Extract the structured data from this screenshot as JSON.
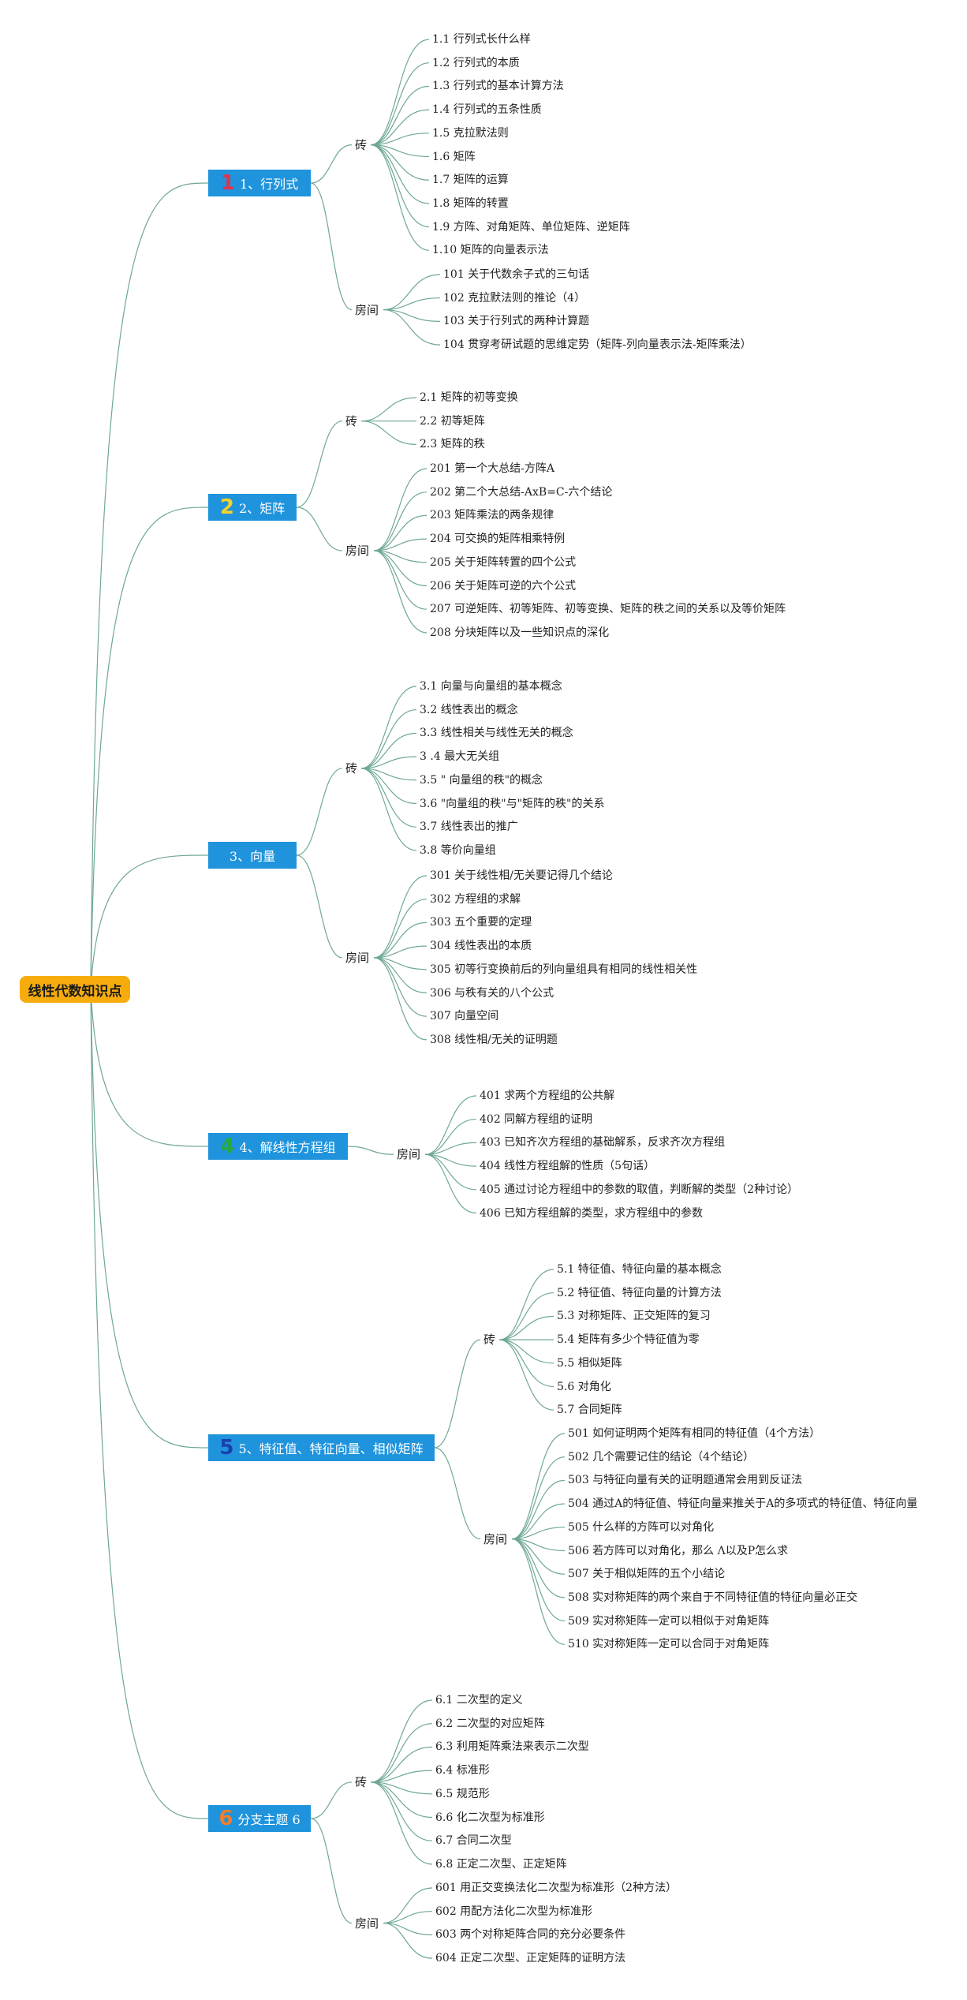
{
  "root": {
    "label": "线性代数知识点"
  },
  "colors": {
    "root_bg": "#f7ac0e",
    "branch_bg": "#1f94dd",
    "edge": "#6fa893"
  },
  "branches": [
    {
      "id": "b1",
      "badge": "1",
      "badge_color": "#e0334f",
      "label": "1、行列式",
      "groups": [
        {
          "label": "砖",
          "items": [
            "1.1 行列式长什么样",
            "1.2 行列式的本质",
            "1.3 行列式的基本计算方法",
            "1.4 行列式的五条性质",
            "1.5 克拉默法则",
            "1.6 矩阵",
            "1.7 矩阵的运算",
            "1.8 矩阵的转置",
            "1.9 方阵、对角矩阵、单位矩阵、逆矩阵",
            "1.10 矩阵的向量表示法"
          ]
        },
        {
          "label": "房间",
          "items": [
            "101 关于代数余子式的三句话",
            "102 克拉默法则的推论（4）",
            "103 关于行列式的两种计算题",
            "104 贯穿考研试题的思维定势（矩阵-列向量表示法-矩阵乘法）"
          ]
        }
      ]
    },
    {
      "id": "b2",
      "badge": "2",
      "badge_color": "#f5d22b",
      "label": "2、矩阵",
      "groups": [
        {
          "label": "砖",
          "items": [
            "2.1 矩阵的初等变换",
            "2.2 初等矩阵",
            "2.3 矩阵的秩"
          ]
        },
        {
          "label": "房间",
          "items": [
            "201 第一个大总结-方阵A",
            "202 第二个大总结-AxB=C-六个结论",
            "203 矩阵乘法的两条规律",
            "204 可交换的矩阵相乘特例",
            "205 关于矩阵转置的四个公式",
            "206 关于矩阵可逆的六个公式",
            "207 可逆矩阵、初等矩阵、初等变换、矩阵的秩之间的关系以及等价矩阵",
            "208 分块矩阵以及一些知识点的深化"
          ]
        }
      ]
    },
    {
      "id": "b3",
      "badge": "",
      "badge_color": "#1f94dd",
      "label": "3、向量",
      "groups": [
        {
          "label": "砖",
          "items": [
            "3.1 向量与向量组的基本概念",
            "3.2 线性表出的概念",
            "3.3 线性相关与线性无关的概念",
            "3 .4 最大无关组",
            "3.5 \" 向量组的秩\"的概念",
            "3.6 \"向量组的秩\"与\"矩阵的秩\"的关系",
            "3.7 线性表出的推广",
            "3.8 等价向量组"
          ]
        },
        {
          "label": "房间",
          "items": [
            "301 关于线性相/无关要记得几个结论",
            "302 方程组的求解",
            "303 五个重要的定理",
            "304 线性表出的本质",
            "305 初等行变换前后的列向量组具有相同的线性相关性",
            "306 与秩有关的八个公式",
            "307 向量空间",
            "308 线性相/无关的证明题"
          ]
        }
      ]
    },
    {
      "id": "b4",
      "badge": "4",
      "badge_color": "#27a844",
      "label": "4、解线性方程组",
      "groups": [
        {
          "label": "房间",
          "items": [
            "401 求两个方程组的公共解",
            "402 同解方程组的证明",
            "403 已知齐次方程组的基础解系，反求齐次方程组",
            "404 线性方程组解的性质（5句话）",
            "405 通过讨论方程组中的参数的取值，判断解的类型（2种讨论）",
            "406 已知方程组解的类型，求方程组中的参数"
          ]
        }
      ]
    },
    {
      "id": "b5",
      "badge": "5",
      "badge_color": "#1c3fae",
      "label": "5、特征值、特征向量、相似矩阵",
      "groups": [
        {
          "label": "砖",
          "items": [
            "5.1 特征值、特征向量的基本概念",
            "5.2 特征值、特征向量的计算方法",
            "5.3 对称矩阵、正交矩阵的复习",
            "5.4 矩阵有多少个特征值为零",
            "5.5 相似矩阵",
            "5.6 对角化",
            "5.7 合同矩阵"
          ]
        },
        {
          "label": "房间",
          "items": [
            "501 如何证明两个矩阵有相同的特征值（4个方法）",
            "502 几个需要记住的结论（4个结论）",
            "503 与特征向量有关的证明题通常会用到反证法",
            "504 通过A的特征值、特征向量来推关于A的多项式的特征值、特征向量",
            "505 什么样的方阵可以对角化",
            "506 若方阵可以对角化，那么 Λ以及P怎么求",
            "507 关于相似矩阵的五个小结论",
            "508 实对称矩阵的两个来自于不同特征值的特征向量必正交",
            "509 实对称矩阵一定可以相似于对角矩阵",
            "510 实对称矩阵一定可以合同于对角矩阵"
          ]
        }
      ]
    },
    {
      "id": "b6",
      "badge": "6",
      "badge_color": "#ef7e2d",
      "label": "分支主题 6",
      "groups": [
        {
          "label": "砖",
          "items": [
            "6.1 二次型的定义",
            "6.2 二次型的对应矩阵",
            "6.3 利用矩阵乘法来表示二次型",
            "6.4 标准形",
            "6.5 规范形",
            "6.6 化二次型为标准形",
            "6.7 合同二次型",
            "6.8 正定二次型、正定矩阵"
          ]
        },
        {
          "label": "房间",
          "items": [
            "601 用正交变换法化二次型为标准形（2种方法）",
            "602 用配方法化二次型为标准形",
            "603 两个对称矩阵合同的充分必要条件",
            "604 正定二次型、正定矩阵的证明方法"
          ]
        }
      ]
    }
  ]
}
